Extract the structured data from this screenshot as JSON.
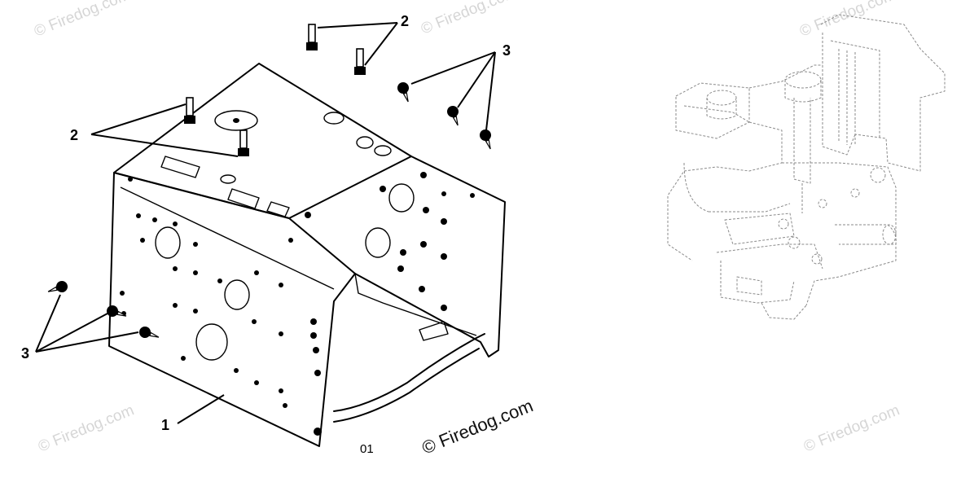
{
  "callouts": {
    "top_right_bolts": "2",
    "top_left_bolts": "2",
    "top_right_screws": "3",
    "left_screws": "3",
    "frame": "1"
  },
  "diagram_code": "01",
  "watermarks": {
    "main": "© Firedog.com",
    "faint": "© Firedog.com"
  },
  "colors": {
    "ink": "#000000",
    "watermark": "#d6d6d6",
    "hidden_line": "#8a8a8a"
  }
}
